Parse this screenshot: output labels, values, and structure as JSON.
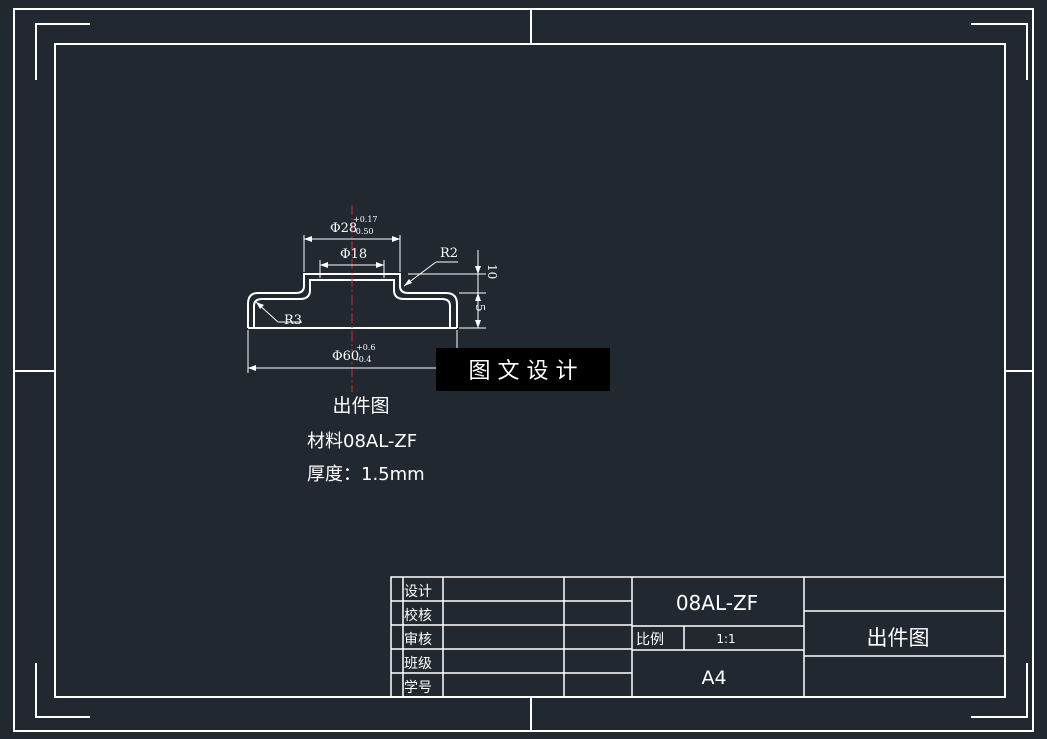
{
  "colors": {
    "background": "#212830",
    "line": "#ffffff",
    "centerline": "#d8262c",
    "watermark_bg": "#000000"
  },
  "dimensions": {
    "outer_dia": "Φ60",
    "outer_tol_upper": "+0.6",
    "outer_tol_lower": "-0.4",
    "top_dia": "Φ28",
    "top_tol_upper": "+0.17",
    "top_tol_lower": "-0.50",
    "inner_dia": "Φ18",
    "radius_small": "R2",
    "radius_large": "R3",
    "height_total": "10",
    "height_flange": "5"
  },
  "part_notes": {
    "title": "出件图",
    "material": "材料08AL-ZF",
    "thickness": "厚度：1.5mm"
  },
  "watermark": "图 文 设 计",
  "title_block": {
    "roles": [
      "设计",
      "校核",
      "审核",
      "班级",
      "学号"
    ],
    "material": "08AL-ZF",
    "scale_label": "比例",
    "scale_value": "1:1",
    "sheet_size": "A4",
    "drawing_name": "出件图"
  }
}
